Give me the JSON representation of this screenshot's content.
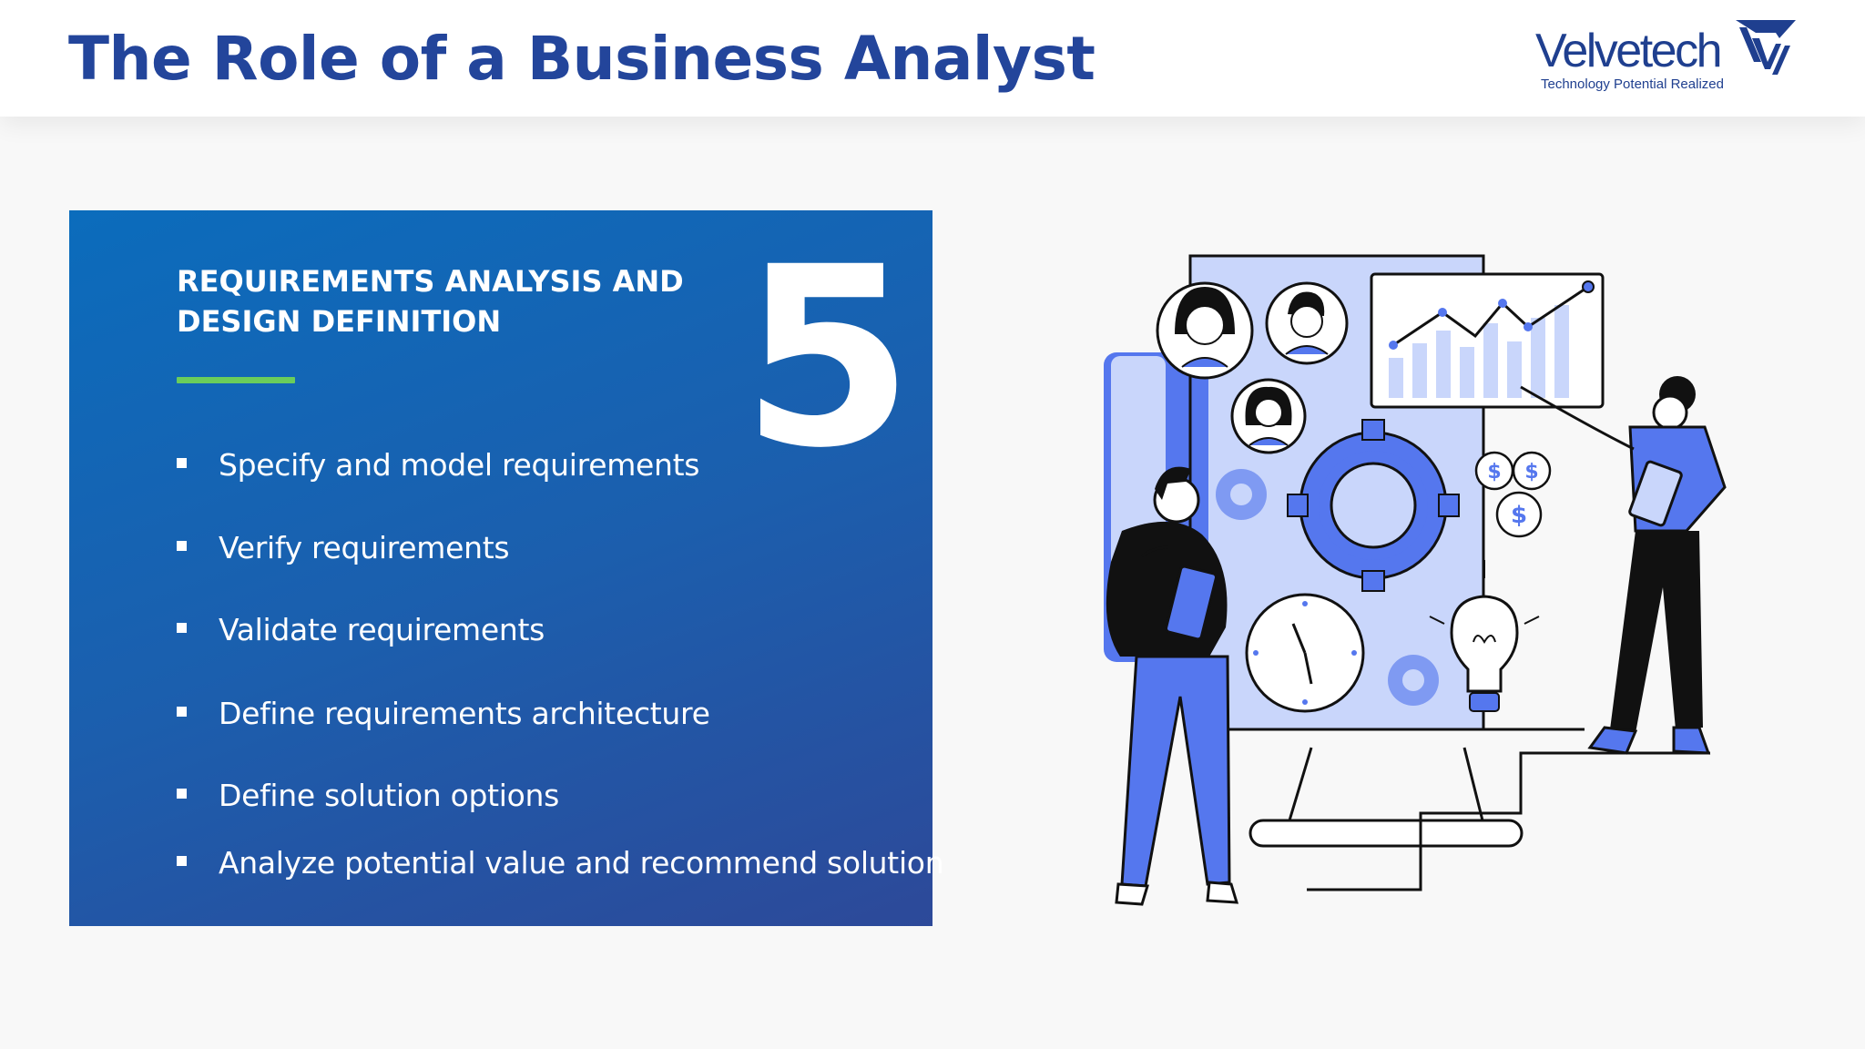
{
  "header": {
    "title": "The Role of a Business Analyst"
  },
  "logo": {
    "wordmark": "Velvetech",
    "tagline": "Technology Potential Realized"
  },
  "panel": {
    "heading": "REQUIREMENTS ANALYSIS AND DESIGN DEFINITION",
    "number": "5",
    "bullets": [
      "Specify and model requirements",
      "Verify requirements",
      "Validate requirements",
      "Define requirements architecture",
      "Define solution options",
      "Analyze potential value and recommend solution"
    ]
  },
  "illustration": {
    "currency_symbol": "$"
  },
  "colors": {
    "title_blue": "#23459b",
    "panel_blue_top": "#0b6cbc",
    "panel_blue_bottom": "#2d4999",
    "accent_green": "#6acd5b",
    "illustration_blue": "#5577ee",
    "illustration_light": "#c9d6fb"
  }
}
